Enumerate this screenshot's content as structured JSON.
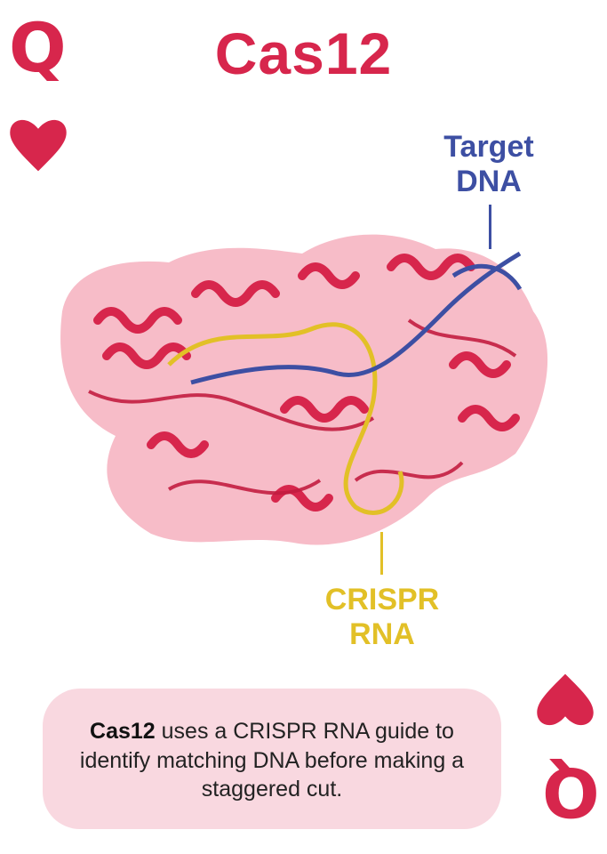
{
  "card": {
    "rank": "Q",
    "suit": "heart",
    "title": "Cas12"
  },
  "labels": {
    "target_dna_line1": "Target",
    "target_dna_line2": "DNA",
    "crispr_rna_line1": "CRISPR",
    "crispr_rna_line2": "RNA"
  },
  "description": {
    "bold": "Cas12",
    "text": " uses a CRISPR RNA guide to identify matching DNA before making a staggered cut."
  },
  "colors": {
    "accent": "#d7264c",
    "dna": "#3d4fa3",
    "rna": "#e2c027",
    "box": "#f9d8e0",
    "protein_surface": "#f4a6b5"
  },
  "icons": {
    "suit_top": "heart-icon",
    "suit_bottom": "heart-icon",
    "structure": "protein-structure-illustration"
  }
}
